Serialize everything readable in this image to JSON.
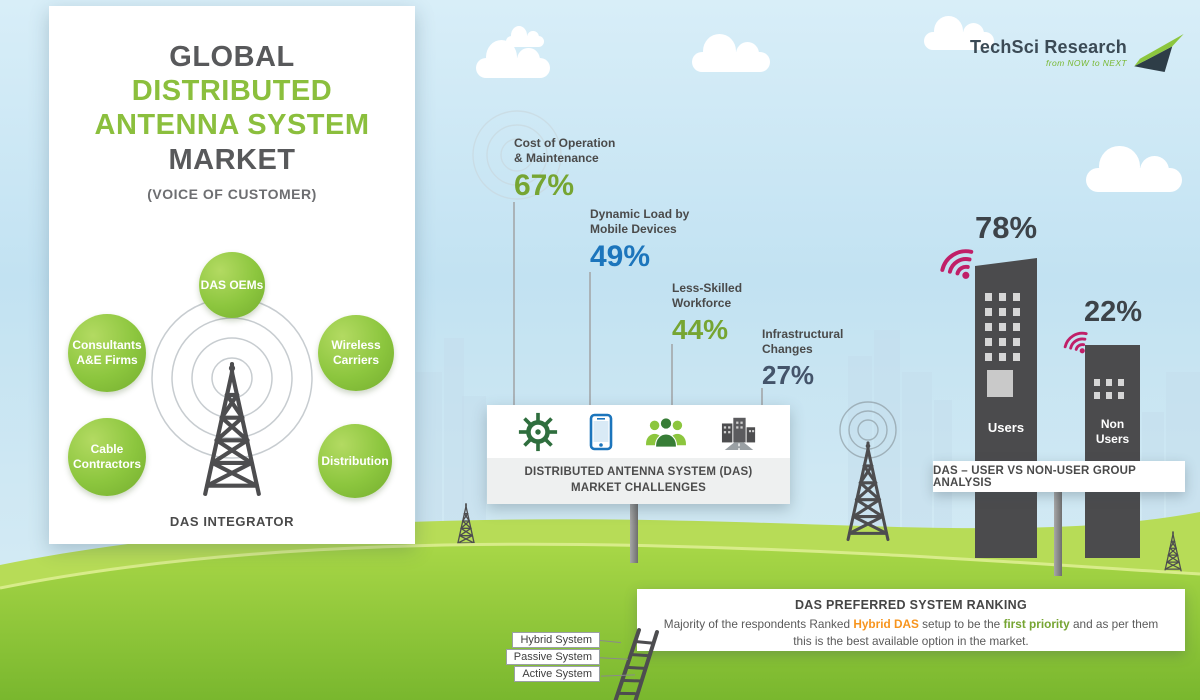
{
  "logo": {
    "brand_part1": "TechSci",
    "brand_part2": "Research",
    "tagline": "from NOW to NEXT"
  },
  "left_panel": {
    "title_top": "GLOBAL",
    "title_green_line1": "DISTRIBUTED",
    "title_green_line2": "ANTENNA SYSTEM",
    "title_bottom": "MARKET",
    "subtitle": "(VOICE OF CUSTOMER)",
    "bubbles": [
      {
        "label": "DAS OEMs"
      },
      {
        "label": "Consultants\nA&E Firms"
      },
      {
        "label": "Wireless\nCarriers"
      },
      {
        "label": "Cable\nContractors"
      },
      {
        "label": "Distribution"
      }
    ],
    "integrator_label": "DAS INTEGRATOR"
  },
  "challenges": {
    "panel_title_line1": "DISTRIBUTED ANTENNA SYSTEM (DAS)",
    "panel_title_line2": "MARKET CHALLENGES",
    "items": [
      {
        "label": "Cost of Operation\n& Maintenance",
        "value": "67%",
        "color": "#76a532",
        "icon": "gear-icon"
      },
      {
        "label": "Dynamic Load by\nMobile Devices",
        "value": "49%",
        "color": "#1c75bc",
        "icon": "mobile-phone-icon"
      },
      {
        "label": "Less-Skilled\nWorkforce",
        "value": "44%",
        "color": "#76a532",
        "icon": "workforce-icon"
      },
      {
        "label": "Infrastructural\nChanges",
        "value": "27%",
        "color": "#44546a",
        "icon": "infrastructure-icon"
      }
    ]
  },
  "user_analysis": {
    "bar_title": "DAS – USER VS NON-USER GROUP ANALYSIS",
    "wifi_color": "#c01f68",
    "groups": [
      {
        "label": "Users",
        "value": "78%"
      },
      {
        "label": "Non Users",
        "value": "22%"
      }
    ]
  },
  "ranking": {
    "title": "DAS PREFERRED SYSTEM RANKING",
    "text_part1": "Majority of the respondents Ranked ",
    "text_highlight1": "Hybrid DAS",
    "highlight1_color": "#f7941d",
    "text_part2": " setup to be the ",
    "text_highlight2": "first priority",
    "highlight2_color": "#76a532",
    "text_part3": " and as per them this is the best available option in the market.",
    "ladder_items": [
      {
        "label": "Hybrid System"
      },
      {
        "label": "Passive System"
      },
      {
        "label": "Active System"
      }
    ]
  },
  "colors": {
    "accent_green": "#8cc63e",
    "dark_text": "#4a4a4a",
    "sky": "#c2e2f2",
    "grass": "#8cc63e"
  },
  "chart_data": [
    {
      "type": "bar",
      "title": "Distributed Antenna System (DAS) Market Challenges",
      "categories": [
        "Cost of Operation & Maintenance",
        "Dynamic Load by Mobile Devices",
        "Less-Skilled Workforce",
        "Infrastructural Changes"
      ],
      "values": [
        67,
        49,
        44,
        27
      ],
      "unit": "%"
    },
    {
      "type": "bar",
      "title": "DAS – User vs Non-User Group Analysis",
      "categories": [
        "Users",
        "Non Users"
      ],
      "values": [
        78,
        22
      ],
      "unit": "%"
    }
  ]
}
